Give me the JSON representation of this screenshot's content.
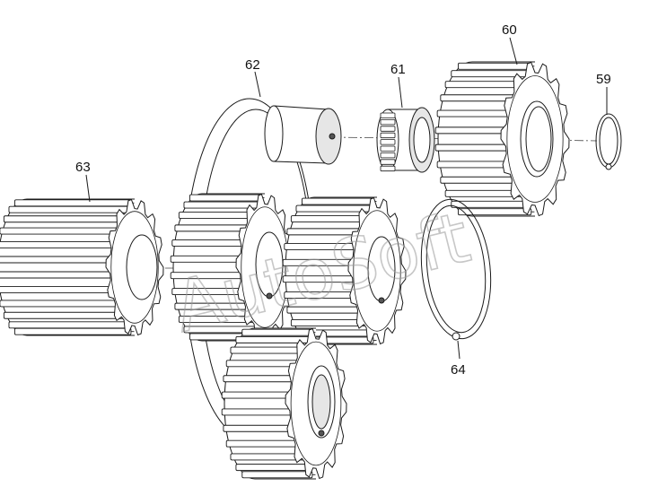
{
  "callouts": [
    {
      "id": "c59",
      "text": "59"
    },
    {
      "id": "c60",
      "text": "60"
    },
    {
      "id": "c61",
      "text": "61"
    },
    {
      "id": "c62",
      "text": "62"
    },
    {
      "id": "c63",
      "text": "63"
    },
    {
      "id": "c64",
      "text": "64"
    }
  ],
  "watermark": "AutoSoft",
  "colors": {
    "line": "#1a1a1a",
    "background": "#ffffff",
    "watermark": "#9a9a9a"
  }
}
